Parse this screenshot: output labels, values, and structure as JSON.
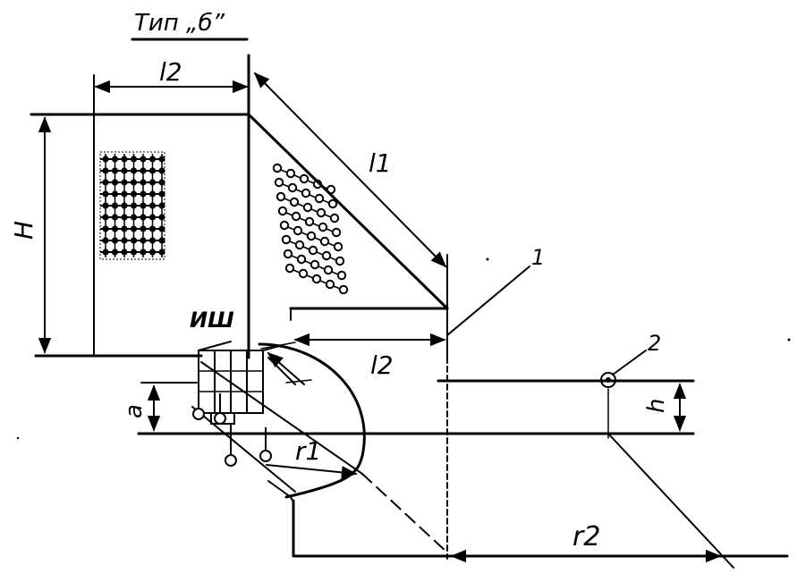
{
  "diagram": {
    "type_label": "Тип „б”",
    "labels": {
      "l2_top": "l2",
      "l1": "l1",
      "H": "H",
      "ish": "ИШ",
      "l2_mid": "l2",
      "a": "a",
      "r1": "r1",
      "h": "h",
      "r2": "r2",
      "marker1": "1",
      "marker2": "2"
    },
    "colors": {
      "ink": "#000000",
      "paper": "#ffffff"
    }
  }
}
